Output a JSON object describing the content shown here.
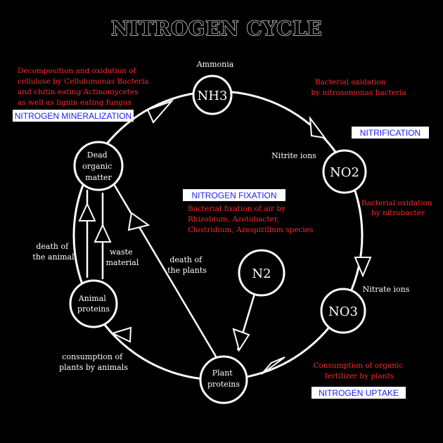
{
  "title": "NITROGEN CYCLE",
  "nodes": {
    "nh3": "NH3",
    "no2": "NO2",
    "no3": "NO3",
    "n2": "N2",
    "dead": [
      "Dead",
      "organic",
      "matter"
    ],
    "animal": [
      "Animal",
      "proteins"
    ],
    "plant": [
      "Plant",
      "proteins"
    ]
  },
  "labels": {
    "ammonia": "Ammonia",
    "nitrite": "Nitrite ions",
    "nitrate": "Nitrate ions",
    "death_animal": [
      "death of",
      "the animal"
    ],
    "waste": [
      "waste",
      "material"
    ],
    "death_plants": [
      "death of",
      "the plants"
    ],
    "consumption_plants": [
      "consumption of",
      "plants by animals"
    ]
  },
  "notes": {
    "decomposition": [
      "Decomposition and oxidation of",
      "cellulose by Cellulomonas Bacteria",
      "and chitin eating Actinomycetes",
      "as well as lignin eating fungus"
    ],
    "nitrosomonas": [
      "Bacterial oxidation",
      "by nitrosomonas bacteria"
    ],
    "nitrobacter": [
      "Bacterial oxidation",
      "by nitrobacter"
    ],
    "fixation": [
      "Bacterial fixation of air by",
      "Rhizobium, Azotobacter,",
      "Clostridium, Azospirillum species"
    ],
    "uptake": [
      "Consumption of organic",
      "fertilizer by plants"
    ]
  },
  "headings": {
    "mineralization": "NITROGEN MINERALIZATION",
    "nitrification": "NITRIFICATION",
    "fixation": "NITROGEN FIXATION",
    "uptake": "NITROGEN UPTAKE"
  },
  "colors": {
    "background": "#000000",
    "line": "#ffffff",
    "note_text": "#ff2a2a",
    "heading_text": "#1a1aff",
    "heading_bg": "#ffffff"
  }
}
